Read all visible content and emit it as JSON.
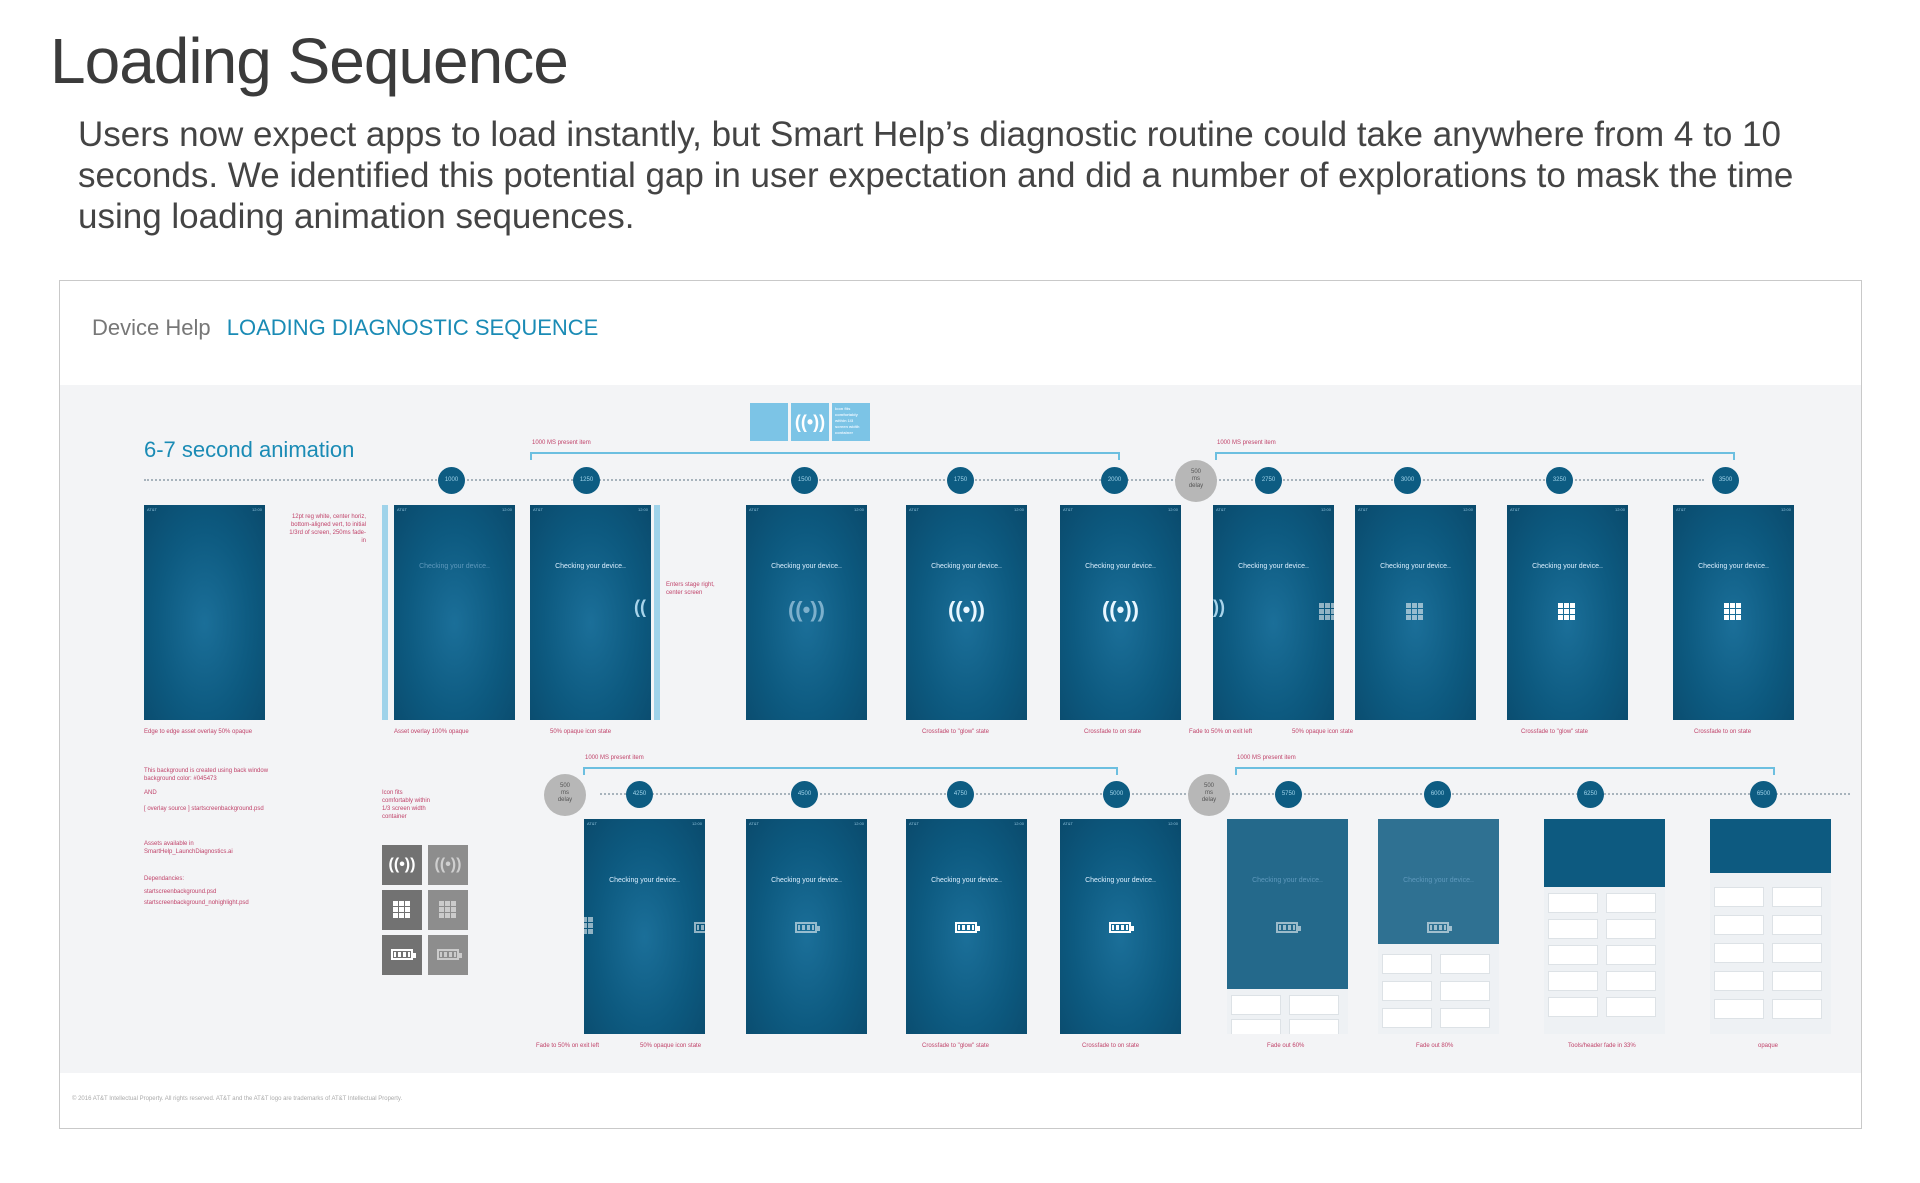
{
  "page": {
    "title": "Loading Sequence",
    "intro": "Users now expect apps to load instantly, but Smart Help’s diagnostic routine could take anywhere from 4 to 10 seconds. We identified this potential gap in user expectation and did a number of explorations to mask the time using loading animation sequences."
  },
  "board": {
    "product": "Device Help",
    "section": "LOADING DIAGNOSTIC SEQUENCE",
    "animation_title": "6-7 second animation",
    "footer": "© 2016 AT&T Intellectual Property. All rights reserved. AT&T and the AT&T logo are trademarks of AT&T Intellectual Property."
  },
  "timeline": {
    "bracket_label": "1000 MS present item",
    "delay_label": [
      "500",
      "ms",
      "delay"
    ],
    "row1_markers": [
      "1000",
      "1250",
      "1500",
      "1750",
      "2000",
      "2750",
      "3000",
      "3250",
      "3500"
    ],
    "row2_markers": [
      "4250",
      "4500",
      "4750",
      "5000",
      "5750",
      "6000",
      "6250",
      "6500"
    ]
  },
  "phone": {
    "checking_text": "Checking your device..",
    "carrier": "AT&T",
    "clock": "12:00"
  },
  "notes": {
    "text_spec": "12pt reg white, center horiz, bottom-aligned vert, to initial 1/3rd of screen, 250ms fade-in",
    "enters": "Enters stage right, center screen",
    "icon_fit": "Icon fits comfortably within 1/3 screen width container",
    "top_tile_note": "Icon fits comfortably within 1/3 screen width container",
    "background": "This background is created using back window background color: #045473",
    "and": "AND",
    "overlay_source": "[ overlay source ] startscreenbackground.psd",
    "assets": "Assets available in SmartHelp_LaunchDiagnostics.ai",
    "dependencies_title": "Dependancies:",
    "dep1": "startscreenbackground.psd",
    "dep2": "startscreenbackground_nohighlight.psd"
  },
  "captions": {
    "c1": "Edge to edge asset overlay 50% opaque",
    "c2": "Asset overlay 100% opaque",
    "c3": "50% opaque icon state",
    "c4": "Crossfade to \"glow\" state",
    "c5": "Crossfade to on state",
    "c6": "Fade to 50% on exit left",
    "c7": "50% opaque icon state",
    "c8": "Crossfade to \"glow\" state",
    "c9": "Crossfade to on state",
    "r2c1": "Fade to 50% on exit left",
    "r2c2": "50% opaque icon state",
    "r2c3": "Crossfade to \"glow\" state",
    "r2c4": "Crossfade to on state",
    "r2c5": "Fade out 60%",
    "r2c6": "Fade out 80%",
    "r2c7": "Tools/header fade in 33%",
    "r2c8": "opaque"
  },
  "icons": {
    "signal": "((•))",
    "grid": "grid-icon",
    "battery": "battery-icon"
  },
  "colors": {
    "accent": "#1a8bb5",
    "phone_blue": "#0d5a80",
    "annotation": "#c0436a",
    "marker": "#0d5c82"
  }
}
